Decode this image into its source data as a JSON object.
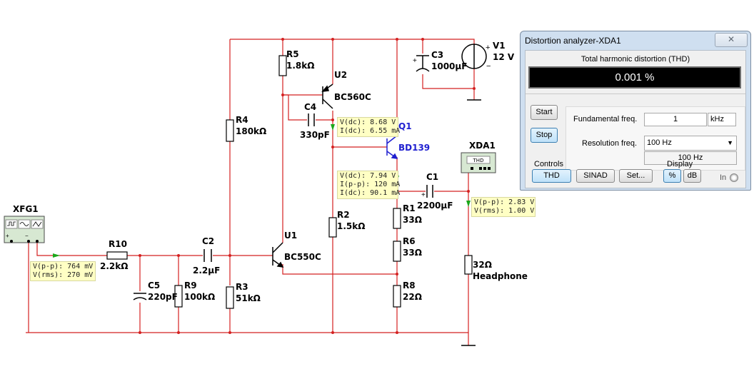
{
  "schematic": {
    "instruments": {
      "function_generator": "XFG1",
      "distortion_analyzer": "XDA1",
      "analyzer_badge": "THD"
    },
    "components": {
      "r10": {
        "name": "R10",
        "value": "2.2kΩ"
      },
      "c5": {
        "name": "C5",
        "value": "220pF"
      },
      "r9": {
        "name": "R9",
        "value": "100kΩ"
      },
      "c2": {
        "name": "C2",
        "value": "2.2µF"
      },
      "r4": {
        "name": "R4",
        "value": "180kΩ"
      },
      "r3": {
        "name": "R3",
        "value": "51kΩ"
      },
      "u1": {
        "name": "U1",
        "value": "BC550C"
      },
      "r5": {
        "name": "R5",
        "value": "1.8kΩ"
      },
      "u2": {
        "name": "U2",
        "value": "BC560C"
      },
      "c4": {
        "name": "C4",
        "value": "330pF"
      },
      "r2": {
        "name": "R2",
        "value": "1.5kΩ"
      },
      "q1": {
        "name": "Q1",
        "value": "BD139"
      },
      "c3": {
        "name": "C3",
        "value": "1000µF"
      },
      "v1": {
        "name": "V1",
        "value": "12 V"
      },
      "r1": {
        "name": "R1",
        "value": "33Ω"
      },
      "r6": {
        "name": "R6",
        "value": "33Ω"
      },
      "r8": {
        "name": "R8",
        "value": "22Ω"
      },
      "c1": {
        "name": "C1",
        "value": "2200µF"
      },
      "headphone": {
        "value": "32Ω",
        "name": "Headphone"
      }
    },
    "probes": {
      "input": {
        "line1": "V(p-p): 764 mV",
        "line2": "V(rms): 270 mV"
      },
      "u2_collector": {
        "line1": "V(dc): 8.68 V",
        "line2": "I(dc): 6.55 mA"
      },
      "q1_emitter": {
        "line1": "V(dc): 7.94 V",
        "line2": "I(p-p): 120 mA",
        "line3": "I(dc): 90.1 mA"
      },
      "output": {
        "line1": "V(p-p): 2.83 V",
        "line2": "V(rms): 1.00 V"
      }
    },
    "colors": {
      "wire": "#d42020",
      "q1": "#1f1fd0",
      "probe_bg": "#ffffc4",
      "probe_arrow": "#1aa81a"
    }
  },
  "analyzer": {
    "title": "Distortion analyzer-XDA1",
    "close_icon": "x-icon",
    "thd_title": "Total harmonic distortion (THD)",
    "thd_value": "0.001 %",
    "start_label": "Start",
    "stop_label": "Stop",
    "fundamental_label": "Fundamental freq.",
    "fundamental_value": "1",
    "fundamental_unit": "kHz",
    "resolution_label": "Resolution freq.",
    "resolution_selected": "100 Hz",
    "resolution_display": "100 Hz",
    "controls_label": "Controls",
    "thd_button": "THD",
    "sinad_button": "SINAD",
    "set_button": "Set...",
    "display_label": "Display",
    "percent_button": "%",
    "db_button": "dB",
    "in_label": "In"
  }
}
